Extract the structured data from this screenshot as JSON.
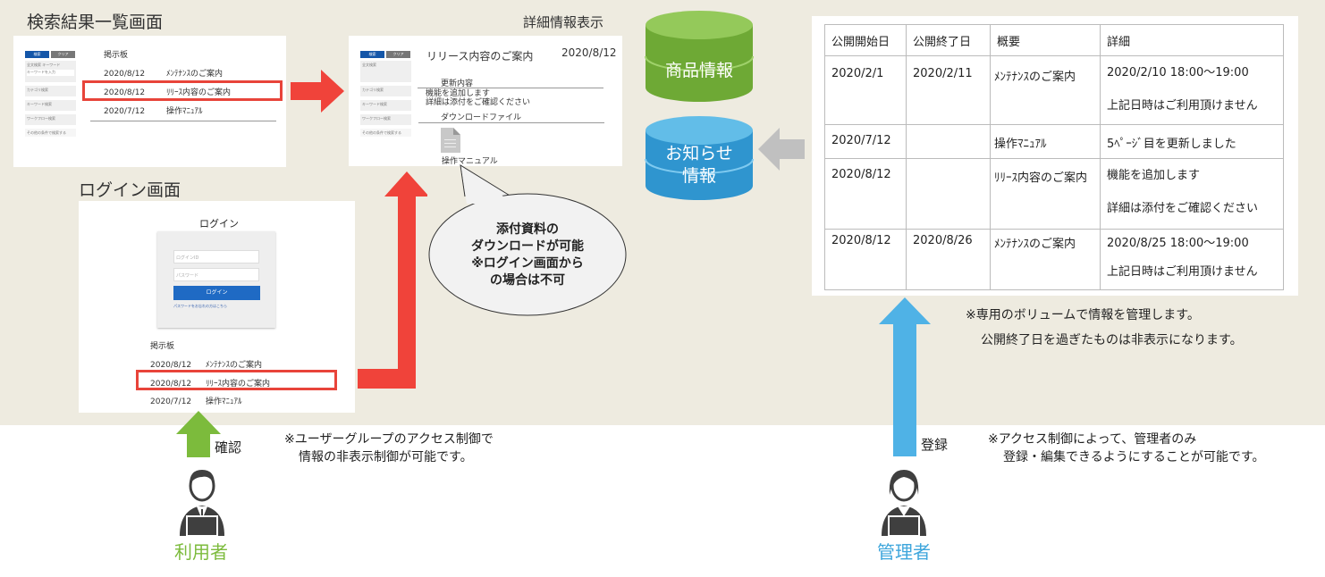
{
  "search_screen": {
    "title": "検索結果一覧画面",
    "sidebar": {
      "search": "検索",
      "clear": "クリア",
      "fulltext": "全文検索",
      "keyword_select": "キーワード",
      "keyword_placeholder": "キーワードを入力",
      "category": "カテゴリ検索",
      "keyword_search": "キーワード検索",
      "workflow": "ワークフロー検索",
      "other": "その他の条件で検索する"
    },
    "board_label": "掲示板",
    "rows": [
      {
        "date": "2020/8/12",
        "subject": "ﾒﾝﾃﾅﾝｽのご案内"
      },
      {
        "date": "2020/8/12",
        "subject": "ﾘﾘｰｽ内容のご案内"
      },
      {
        "date": "2020/7/12",
        "subject": "操作ﾏﾆｭｱﾙ"
      }
    ]
  },
  "detail_screen": {
    "title": "詳細情報表示",
    "subject": "リリース内容のご案内",
    "date": "2020/8/12",
    "update_heading": "更新内容",
    "body_lines": [
      "機能を追加します",
      "詳細は添付をご確認ください"
    ],
    "download_heading": "ダウンロードファイル",
    "file_name": "操作マニュアル"
  },
  "login_screen": {
    "title": "ログイン画面",
    "heading": "ログイン",
    "id_placeholder": "ログインID",
    "pw_placeholder": "パスワード",
    "login_button": "ログイン",
    "forgot_link": "パスワードをお忘れの方はこちら",
    "board_label": "掲示板",
    "rows": [
      {
        "date": "2020/8/12",
        "subject": "ﾒﾝﾃﾅﾝｽのご案内"
      },
      {
        "date": "2020/8/12",
        "subject": "ﾘﾘｰｽ内容のご案内"
      },
      {
        "date": "2020/7/12",
        "subject": "操作ﾏﾆｭｱﾙ"
      }
    ]
  },
  "callout": {
    "lines": [
      "添付資料の",
      "ダウンロードが可能",
      "※ログイン画面から",
      "の場合は不可"
    ]
  },
  "databases": [
    {
      "label": "商品情報",
      "color": "#7cbb3c"
    },
    {
      "label_lines": [
        "お知らせ",
        "情報"
      ],
      "color": "#3ea6dc"
    }
  ],
  "admin_table": {
    "headers": [
      "公開開始日",
      "公開終了日",
      "概要",
      "詳細"
    ],
    "rows": [
      {
        "start": "2020/2/1",
        "end": "2020/2/11",
        "summary": "ﾒﾝﾃﾅﾝｽのご案内",
        "detail": [
          "2020/2/10 18:00～19:00",
          "上記日時はご利用頂けません"
        ]
      },
      {
        "start": "2020/7/12",
        "end": "",
        "summary": "操作ﾏﾆｭｱﾙ",
        "detail": [
          "5ﾍﾟｰｼﾞ目を更新しました"
        ]
      },
      {
        "start": "2020/8/12",
        "end": "",
        "summary": "ﾘﾘｰｽ内容のご案内",
        "detail": [
          "機能を追加します",
          "詳細は添付をご確認ください"
        ]
      },
      {
        "start": "2020/8/12",
        "end": "2020/8/26",
        "summary": "ﾒﾝﾃﾅﾝｽのご案内",
        "detail": [
          "2020/8/25 18:00～19:00",
          "上記日時はご利用頂けません"
        ]
      }
    ]
  },
  "notes": {
    "volume": [
      "※専用のボリュームで情報を管理します。",
      "公開終了日を過ぎたものは非表示になります。"
    ],
    "user_access": [
      "※ユーザーグループのアクセス制御で",
      "情報の非表示制御が可能です。"
    ],
    "admin_access": [
      "※アクセス制御によって、管理者のみ",
      "登録・編集できるようにすることが可能です。"
    ]
  },
  "actors": {
    "user": {
      "label": "利用者",
      "action": "確認",
      "color": "#7cbb3c"
    },
    "admin": {
      "label": "管理者",
      "action": "登録",
      "color": "#3ea6dc"
    }
  },
  "colors": {
    "red_arrow": "#f0433a",
    "gray_arrow": "#c0c0c0",
    "background": "#eeebe0"
  }
}
